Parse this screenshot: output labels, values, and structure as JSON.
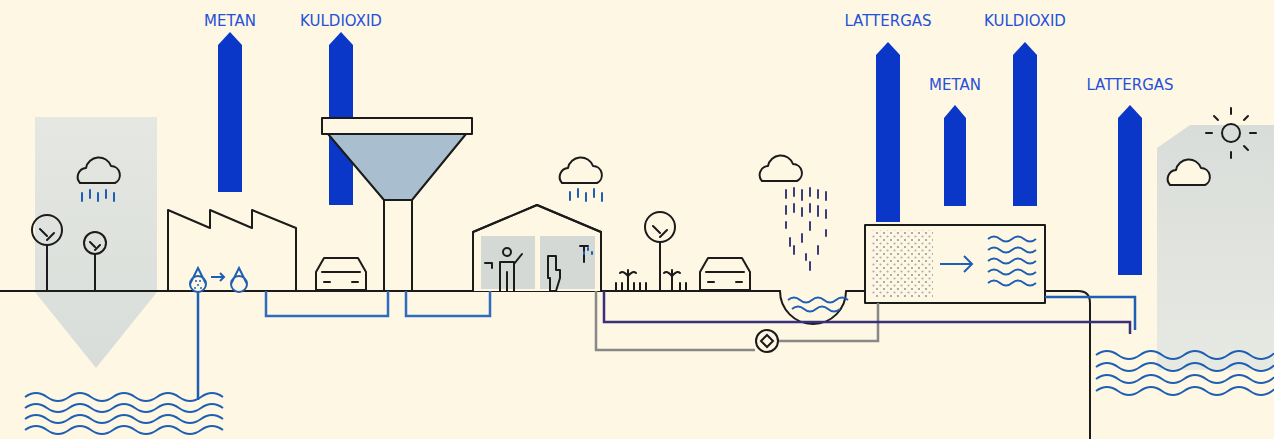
{
  "diagram": {
    "labels": [
      "METAN",
      "KULDIOXID",
      "LATTERGAS",
      "KULDIOXID",
      "METAN",
      "LATTERGAS"
    ]
  }
}
